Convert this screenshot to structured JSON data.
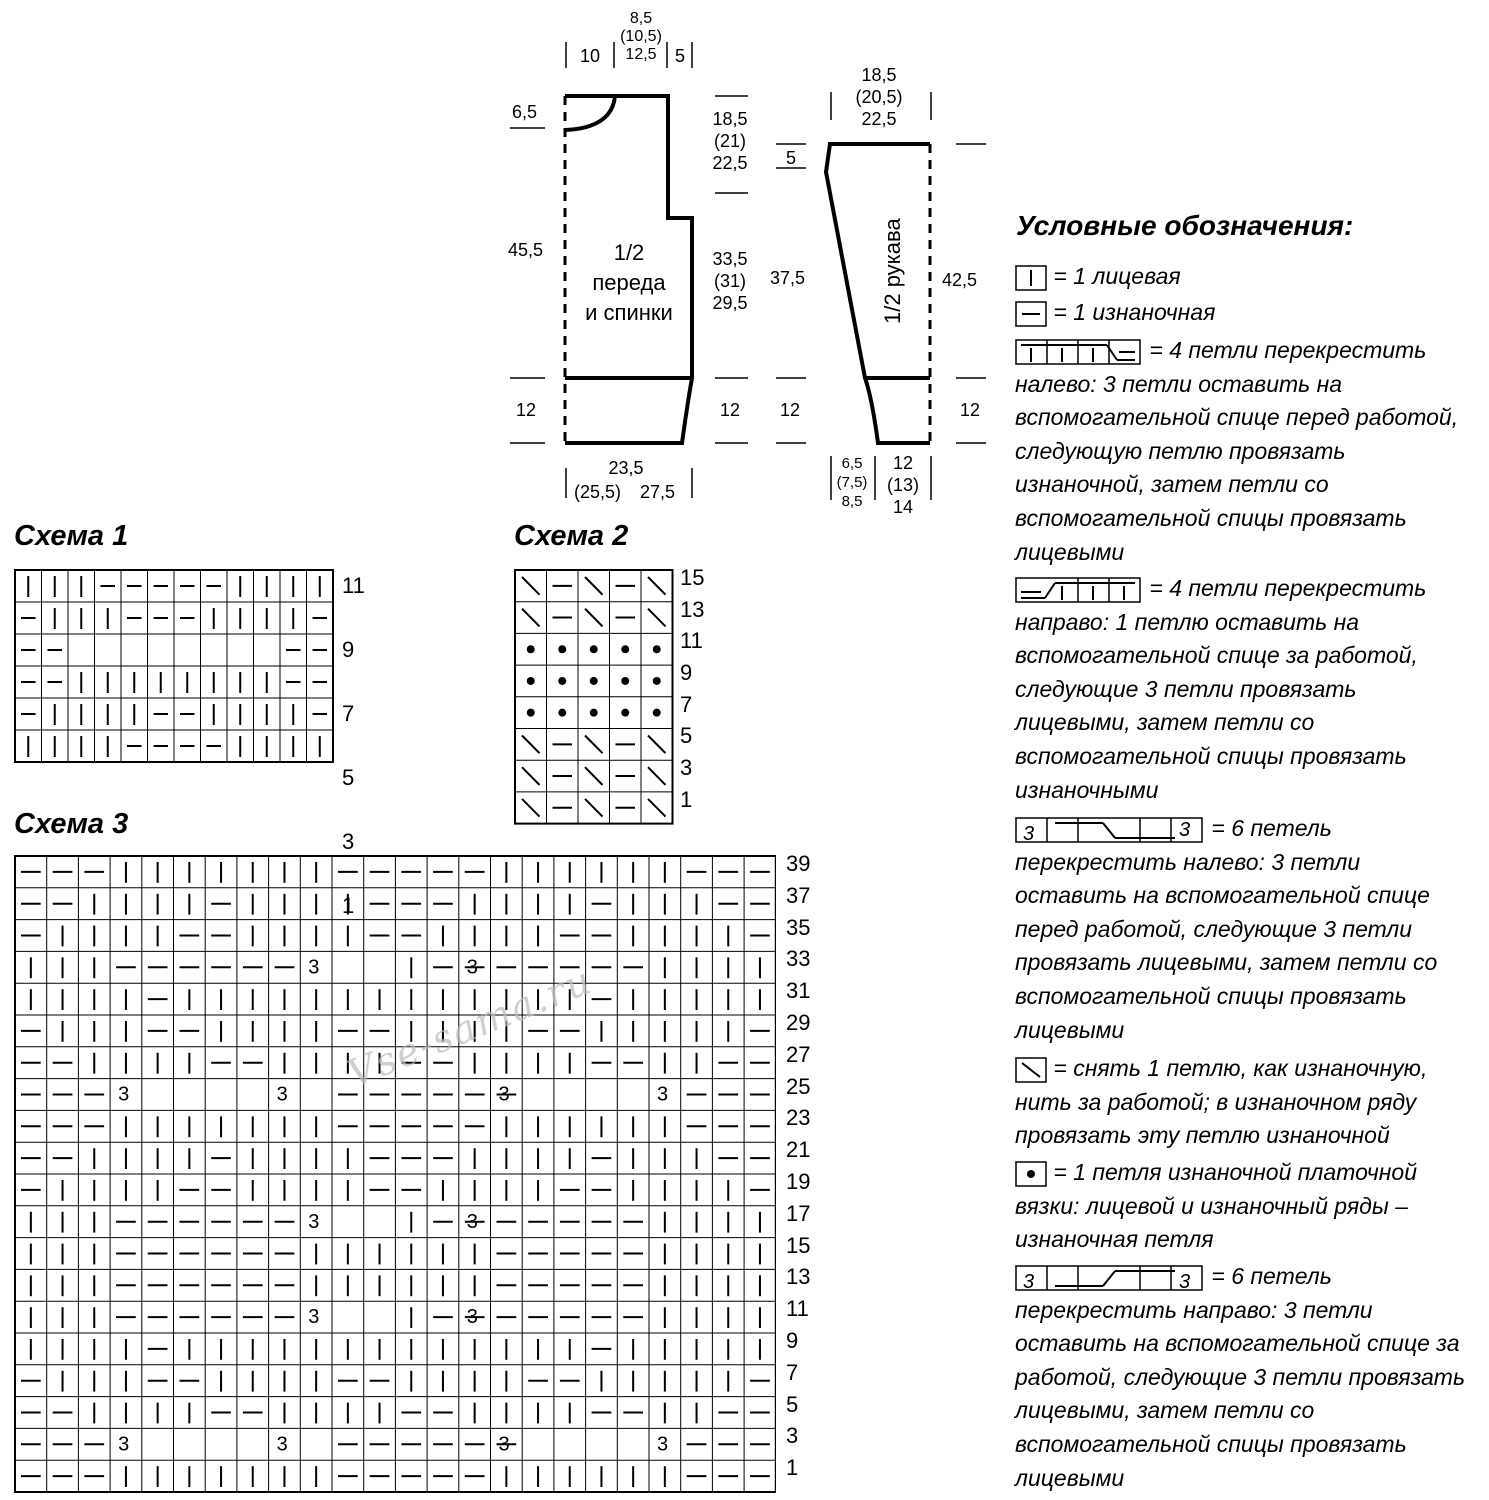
{
  "schematic": {
    "body": {
      "label": [
        "1/2",
        "переда",
        "и спинки"
      ],
      "top_dims": [
        "10",
        "8,5",
        "(10,5)",
        "12,5",
        "5"
      ],
      "neck_depth": "6,5",
      "height_left": "45,5",
      "armhole": [
        "18,5",
        "(21)",
        "22,5"
      ],
      "side": [
        "33,5",
        "(31)",
        "29,5"
      ],
      "rib_left": "12",
      "rib_right": "12",
      "bottom_width": [
        "23,5",
        "(25,5)",
        "27,5"
      ]
    },
    "sleeve": {
      "label": "1/2 рукава",
      "top_width": [
        "18,5",
        "(20,5)",
        "22,5"
      ],
      "cap": "5",
      "length_left": "37,5",
      "length_right": "42,5",
      "rib_left": "12",
      "rib_right": "12",
      "bottom_left": [
        "6,5",
        "(7,5)",
        "8,5"
      ],
      "bottom_right": [
        "12",
        "(13)",
        "14"
      ]
    }
  },
  "charts": {
    "scheme1": {
      "title": "Схема 1",
      "rows": [
        "11",
        "9",
        "7",
        "5",
        "3",
        "1"
      ]
    },
    "scheme2": {
      "title": "Схема 2",
      "rows": [
        "15",
        "13",
        "11",
        "9",
        "7",
        "5",
        "3",
        "1"
      ]
    },
    "scheme3": {
      "title": "Схема 3",
      "rows": [
        "39",
        "37",
        "35",
        "33",
        "31",
        "29",
        "27",
        "25",
        "23",
        "21",
        "19",
        "17",
        "15",
        "13",
        "11",
        "9",
        "7",
        "5",
        "3",
        "1"
      ]
    }
  },
  "legend": {
    "title": "Условные обозначения:",
    "items": [
      {
        "symbol": "knit-icon",
        "text": "= 1 лицевая"
      },
      {
        "symbol": "purl-icon",
        "text": "= 1 изнаночная"
      },
      {
        "symbol": "cross-left-4-icon",
        "text": "= 4 петли перекрестить налево: 3 петли оставить на вспомогательной спице перед работой, следующую петлю провязать изнаночной, затем петли со вспомогательной спицы провязать лицевыми"
      },
      {
        "symbol": "cross-right-4-icon",
        "text": "= 4 петли перекрестить направо: 1 петлю оставить на вспомогательной спице за работой, следующие 3 петли провязать лицевыми, затем петли со вспомогательной спицы провязать изнаночными"
      },
      {
        "symbol": "cross-left-6-icon",
        "text": "= 6 петель перекрестить налево: 3 петли оставить на вспомогательной спице перед работой, следующие 3 петли провязать лицевыми, затем петли со вспомогательной спицы провязать лицевыми"
      },
      {
        "symbol": "slip-icon",
        "text": "= снять 1 петлю, как изнаночную, нить за работой; в изнаночном ряду провязать эту петлю изнаночной"
      },
      {
        "symbol": "garter-dot-icon",
        "text": "= 1 петля изнаночной платочной вязки: лицевой и изнаночный ряды – изнаночная петля"
      },
      {
        "symbol": "cross-right-6-icon",
        "text": "= 6 петель перекрестить направо: 3 петли оставить на вспомогательной спице за работой, следующие 3 петли провязать лицевыми, затем петли со вспомогательной спицы провязать лицевыми"
      }
    ]
  },
  "watermark": "Vse-sama.ru"
}
